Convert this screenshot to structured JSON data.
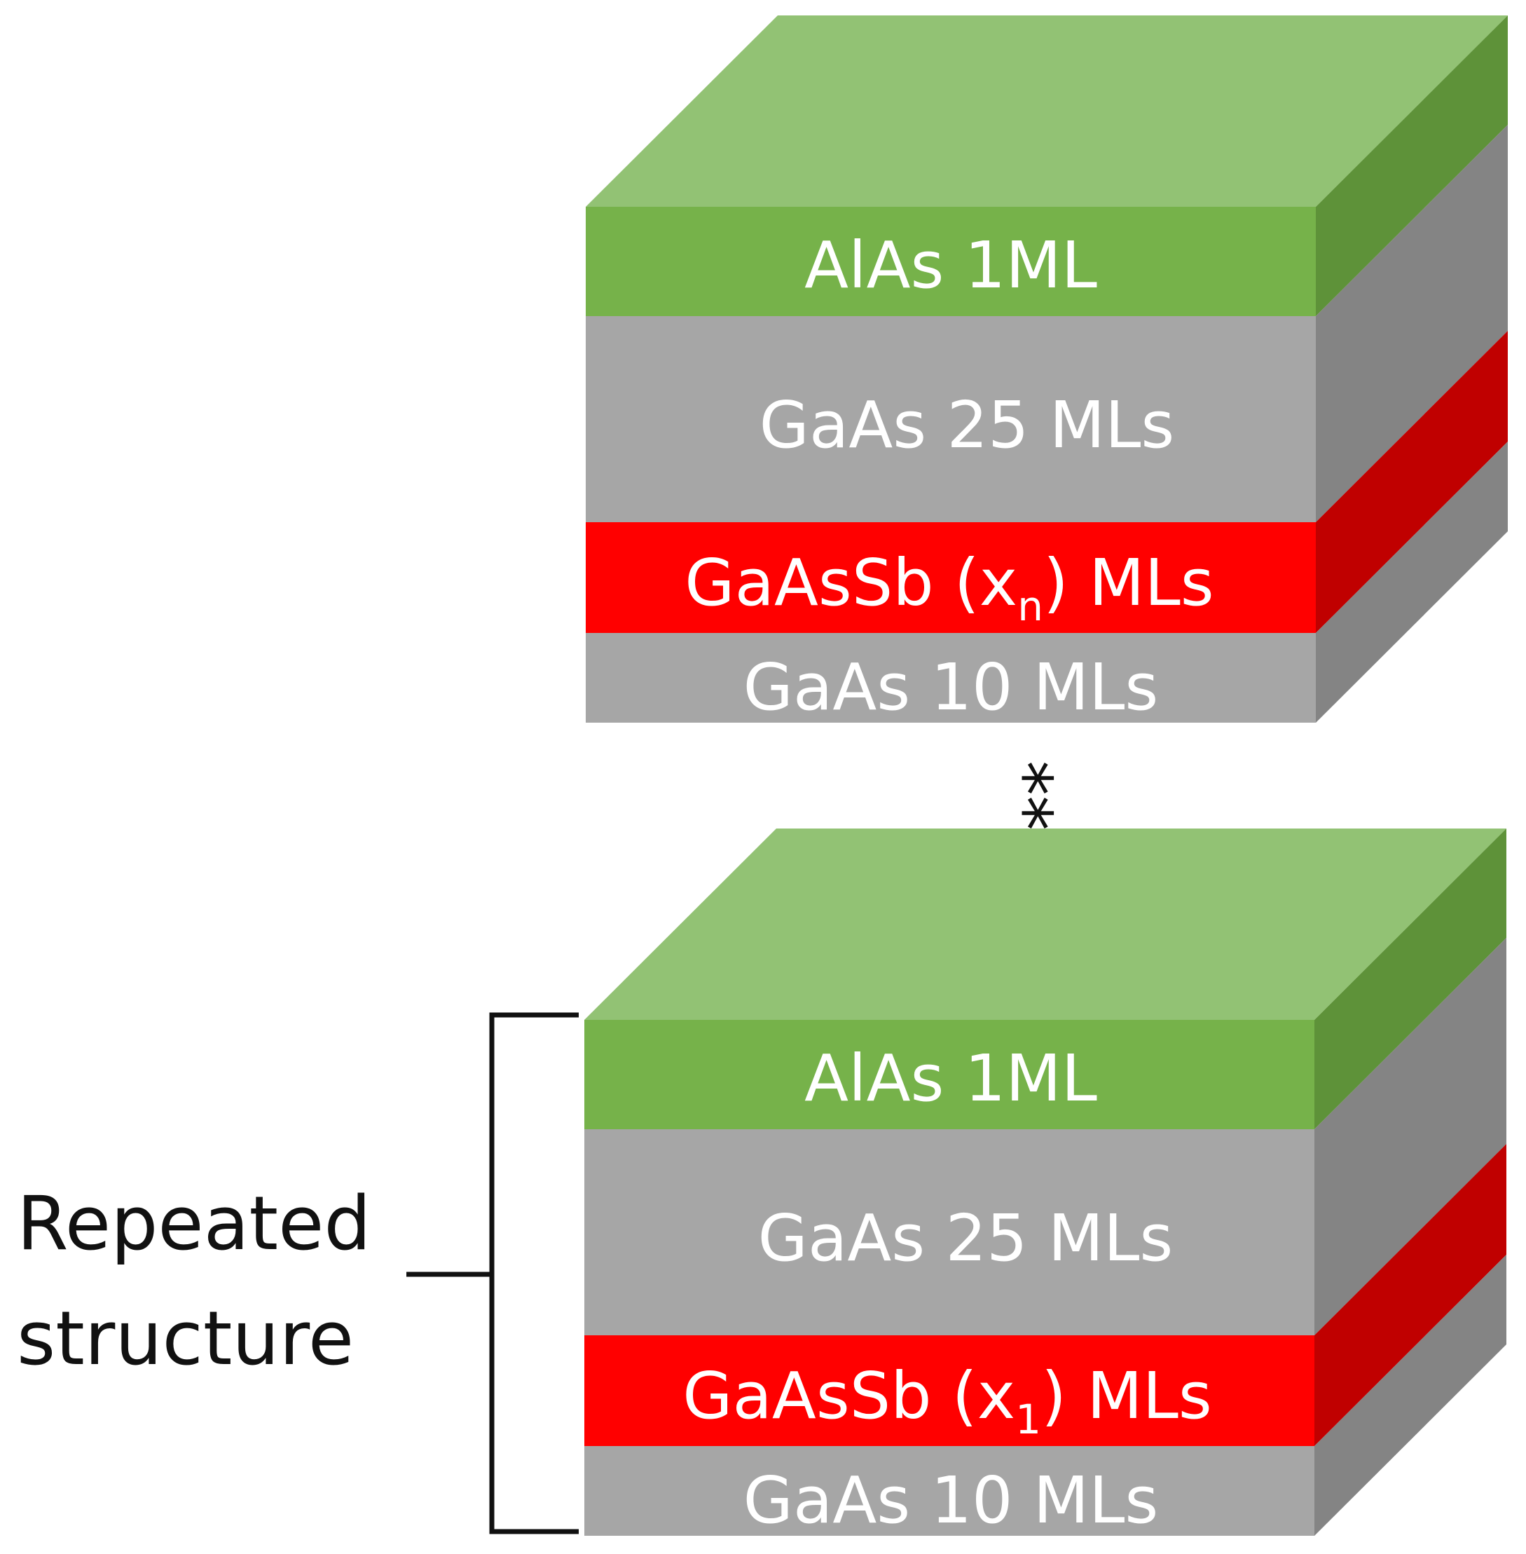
{
  "colors": {
    "alas_front": "#76b24a",
    "alas_top": "#92c274",
    "alas_side": "#5e9239",
    "gaas_front": "#a6a6a6",
    "gaas_side": "#848484",
    "gaassb_front": "#ff0000",
    "gaassb_side": "#c00000",
    "text_on_layer": "#ffffff",
    "annotation": "#111111"
  },
  "stacks": [
    {
      "id": "top",
      "layers": [
        {
          "kind": "alas",
          "label": "AlAs 1ML"
        },
        {
          "kind": "gaas",
          "label": "GaAs 25 MLs"
        },
        {
          "kind": "gaassb",
          "label_main": "GaAsSb (x",
          "label_sub": "n",
          "label_tail": ") MLs"
        },
        {
          "kind": "gaas",
          "label": "GaAs 10 MLs"
        }
      ]
    },
    {
      "id": "bottom",
      "layers": [
        {
          "kind": "alas",
          "label": "AlAs 1ML"
        },
        {
          "kind": "gaas",
          "label": "GaAs 25 MLs"
        },
        {
          "kind": "gaassb",
          "label_main": "GaAsSb (x",
          "label_sub": "1",
          "label_tail": ") MLs"
        },
        {
          "kind": "gaas",
          "label": "GaAs 10 MLs"
        }
      ]
    }
  ],
  "continuation_marks": "***",
  "bracket_label": {
    "line1": "Repeated",
    "line2": "structure"
  }
}
